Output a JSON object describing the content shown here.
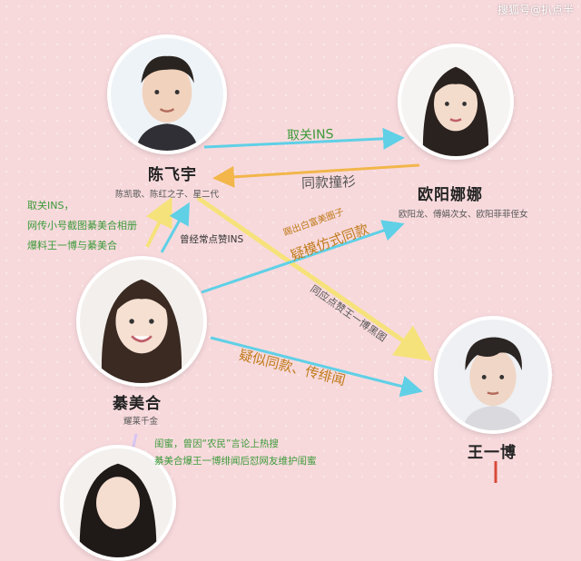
{
  "watermark": "搜狐号@扒点半",
  "people": {
    "chen": {
      "name": "陈飞宇",
      "desc": "陈凯歌、陈红之子、星二代"
    },
    "ouyang": {
      "name": "欧阳娜娜",
      "desc": "欧阳龙、傅娟次女、欧阳菲菲侄女"
    },
    "qin": {
      "name": "綦美合",
      "desc": "耀莱千金"
    },
    "wang": {
      "name": "王一博"
    }
  },
  "relations": {
    "unfollow": "取关INS",
    "same_shirt": "同款撞衫",
    "liked_ins": "曾经常点赞INS",
    "small_circle": "踢出白富美圈子",
    "imitate": "疑模仿式同款",
    "liked_blackpic": "同应点赞王一博黑图",
    "rumor": "疑似同款、传绯闻"
  },
  "left_notes": {
    "line1": "取关INS，",
    "line2": "网传小号截图綦美合相册",
    "line3": "爆料王一博与綦美合"
  },
  "bottom_notes": {
    "line1": "闺蜜，曾因“农民”言论上热搜",
    "line2": "綦美合爆王一博绯闻后怼网友维护闺蜜"
  },
  "colors": {
    "cyan": "#5fd0e6",
    "yellow": "#f6e27a",
    "orange": "#f2b64a",
    "green": "#3d9a3a"
  }
}
